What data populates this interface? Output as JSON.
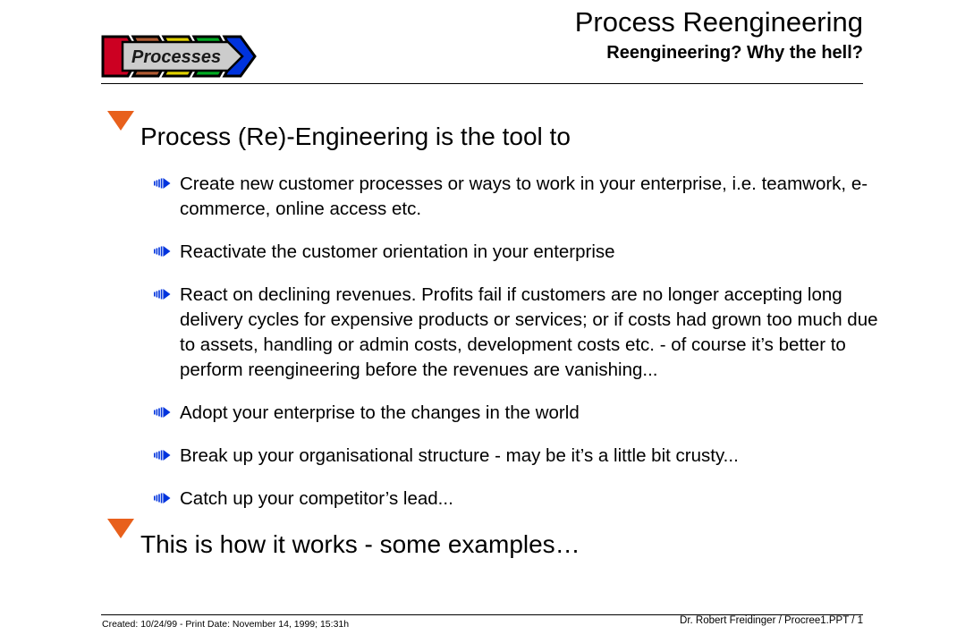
{
  "header": {
    "logo": {
      "label": "Processes",
      "icon": "chevron-stack-icon",
      "colors": {
        "red": "#CC0022",
        "brown": "#B05A32",
        "yellow": "#E0D000",
        "green": "#00AA22",
        "blue": "#0033DD",
        "overlay": "#CCCCCC",
        "outline": "#000000"
      }
    },
    "title": "Process Reengineering",
    "subtitle": "Reengineering? Why the hell?"
  },
  "content": {
    "level1_colors": {
      "bullet": "#E8601C"
    },
    "level2_colors": {
      "bullet": "#0033DD"
    },
    "sections": [
      {
        "heading": "Process (Re)-Engineering is the tool to",
        "bullets": [
          "Create new customer processes or ways to work in your enterprise, i.e. teamwork, e-commerce, online access etc.",
          "Reactivate the customer orientation in your enterprise",
          "React on declining revenues. Profits fail if customers are no longer accepting long delivery cycles for expensive products or services; or if costs had grown too much due to assets, handling or admin costs, development costs etc. - of course it’s better to perform reengineering before the revenues are vanishing...",
          "Adopt your enterprise to the changes in the world",
          "Break up your organisational structure - may be it’s a little bit crusty...",
          "Catch up your competitor’s lead..."
        ]
      },
      {
        "heading": "This is how it works - some examples…",
        "bullets": []
      }
    ]
  },
  "footer": {
    "left": "Created: 10/24/99  -  Print Date: November 14, 1999; 15:31h",
    "right": "Dr. Robert Freidinger / Procree1.PPT / 1"
  }
}
